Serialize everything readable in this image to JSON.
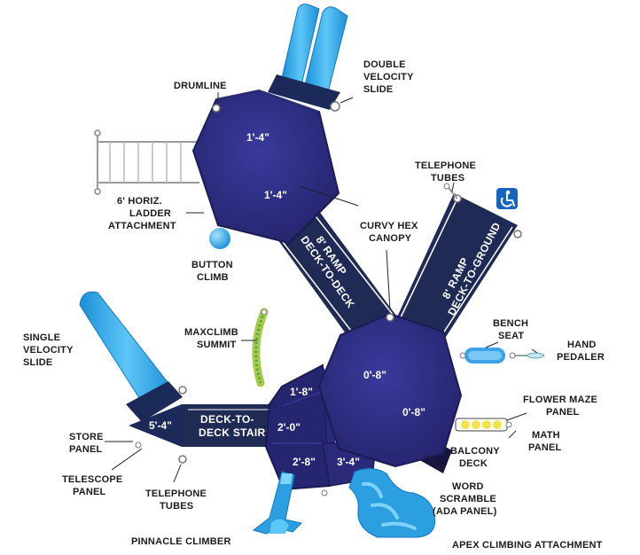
{
  "colors": {
    "deck_navy": "#25256e",
    "deck_shadow": "#1a1a52",
    "ramp_navy": "#1f2a55",
    "slide_blue": "#29a8ea",
    "slide_light": "#7fd2fa",
    "leader": "#222222",
    "ada_blue": "#1565c0"
  },
  "icons": [
    "accessibility-icon"
  ],
  "labels": {
    "drumline": "DRUMLINE",
    "double_velocity": [
      "DOUBLE",
      "VELOCITY",
      "SLIDE"
    ],
    "telephone_tubes_top": [
      "TELEPHONE",
      "TUBES"
    ],
    "ladder": [
      "6' HORIZ.",
      "LADDER",
      "ATTACHMENT"
    ],
    "curvy_hex": [
      "CURVY HEX",
      "CANOPY"
    ],
    "button_climb": [
      "BUTTON",
      "CLIMB"
    ],
    "maxclimb": [
      "MAXCLIMB",
      "SUMMIT"
    ],
    "bench_seat": [
      "BENCH",
      "SEAT"
    ],
    "hand_pedaler": [
      "HAND",
      "PEDALER"
    ],
    "single_velocity": [
      "SINGLE",
      "VELOCITY",
      "SLIDE"
    ],
    "flower_maze": [
      "FLOWER MAZE",
      "PANEL"
    ],
    "math_panel": [
      "MATH",
      "PANEL"
    ],
    "store_panel": [
      "STORE",
      "PANEL"
    ],
    "telescope_panel": [
      "TELESCOPE",
      "PANEL"
    ],
    "balcony_deck": [
      "BALCONY",
      "DECK"
    ],
    "word_scramble": [
      "WORD",
      "SCRAMBLE",
      "(ADA PANEL)"
    ],
    "telephone_tubes_bottom": [
      "TELEPHONE",
      "TUBES"
    ],
    "pinnacle": "PINNACLE CLIMBER",
    "apex": "APEX CLIMBING ATTACHMENT"
  },
  "dimensions": {
    "top_deck_a": "1'-4\"",
    "top_deck_b": "1'-4\"",
    "main_deck_a": "0'-8\"",
    "main_deck_b": "0'-8\"",
    "stairs_end": "5'-4\"",
    "step_1": "1'-8\"",
    "step_2": "2'-0\"",
    "step_3": "2'-8\"",
    "step_4": "3'-4\""
  },
  "ramps": {
    "deck_to_deck": [
      "8' RAMP",
      "DECK-TO-DECK"
    ],
    "deck_to_ground": [
      "8' RAMP",
      "DECK-TO-GROUND"
    ],
    "stairs": [
      "DECK-TO-",
      "DECK STAIRS"
    ]
  }
}
